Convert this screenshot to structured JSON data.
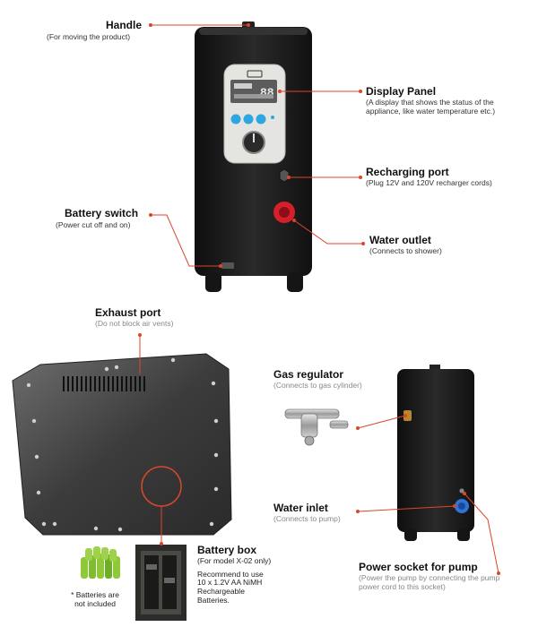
{
  "callouts": {
    "handle": {
      "title": "Handle",
      "desc": "(For moving the product)"
    },
    "display_panel": {
      "title": "Display Panel",
      "desc": "(A display that shows the status of the appliance, like water temperature etc.)"
    },
    "recharging_port": {
      "title": "Recharging port",
      "desc": "(Plug 12V and 120V recharger cords)"
    },
    "water_outlet": {
      "title": "Water outlet",
      "desc": "(Connects to shower)"
    },
    "battery_switch": {
      "title": "Battery switch",
      "desc": "(Power cut off and on)"
    },
    "exhaust_port": {
      "title": "Exhaust port",
      "desc": "(Do not block air vents)"
    },
    "gas_regulator": {
      "title": "Gas regulator",
      "desc": "(Connects to gas cylinder)"
    },
    "water_inlet": {
      "title": "Water inlet",
      "desc": "(Connects to pump)"
    },
    "battery_box": {
      "title": "Battery box",
      "model_note": "(For model X-02 only)",
      "line1": "Recommend to use",
      "line2": "10 x 1.2V AA NiMH",
      "line3": "Rechargeable",
      "line4": "Batteries."
    },
    "power_socket": {
      "title": "Power socket for pump",
      "desc": "(Power the pump by connecting the pump power cord to this socket)"
    }
  },
  "battery_note": {
    "line1": "* Batteries are",
    "line2": "not included"
  },
  "display_readout": "88",
  "colors": {
    "callout_line": "#d9472b",
    "body": "#1e1e1e",
    "panel": "#e4e4e0",
    "outlet": "#d61f2b",
    "inlet": "#2f73d9",
    "button": "#2ea6e0"
  }
}
